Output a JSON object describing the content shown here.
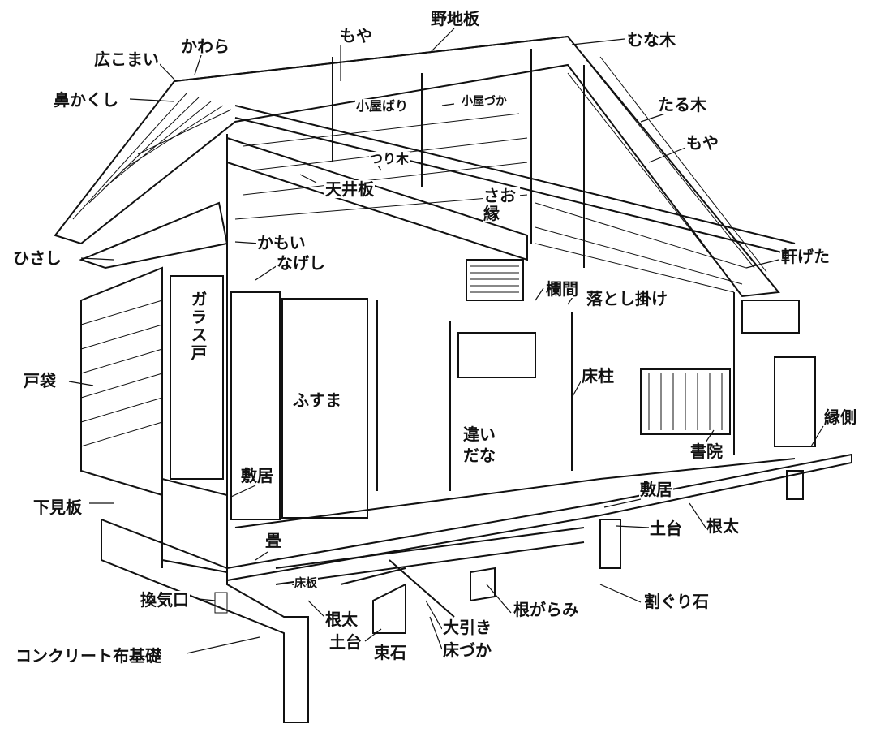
{
  "title": "木造住宅の構造",
  "labels": {
    "nojiita": "野地板",
    "munagi": "むな木",
    "moya_top": "もや",
    "kawara": "かわら",
    "hirokomai": "広こまい",
    "hanakakushi": "鼻かくし",
    "koyabari": "小屋ばり",
    "koyazuka": "小屋づか",
    "taruki": "たる木",
    "moya_right": "もや",
    "tsurigi": "つり木",
    "tenjoita": "天井板",
    "saobuchi": "さお縁",
    "hisashi": "ひさし",
    "kamoi": "かもい",
    "nageshi": "なげし",
    "nokigeta": "軒げた",
    "ranma": "欄間",
    "otoshigake": "落とし掛け",
    "garasudo": "ガラス戸",
    "tobukuro": "戸袋",
    "fusuma": "ふすま",
    "tokobashira": "床柱",
    "chigaidana_1": "違い",
    "chigaidana_2": "だな",
    "engawa": "縁側",
    "shoin": "書院",
    "shikii_left": "敷居",
    "shitamiita": "下見板",
    "shikii_right": "敷居",
    "dodai_right": "土台",
    "neda_right": "根太",
    "tatami": "畳",
    "yukaita": "床板",
    "kankiko": "換気口",
    "neda_left": "根太",
    "dodai_left": "土台",
    "obiki": "大引き",
    "yukazuka": "床づか",
    "tsukaishi": "束石",
    "negarami": "根がらみ",
    "wariguriishi": "割ぐり石",
    "nunokiso": "コンクリート布基礎"
  }
}
